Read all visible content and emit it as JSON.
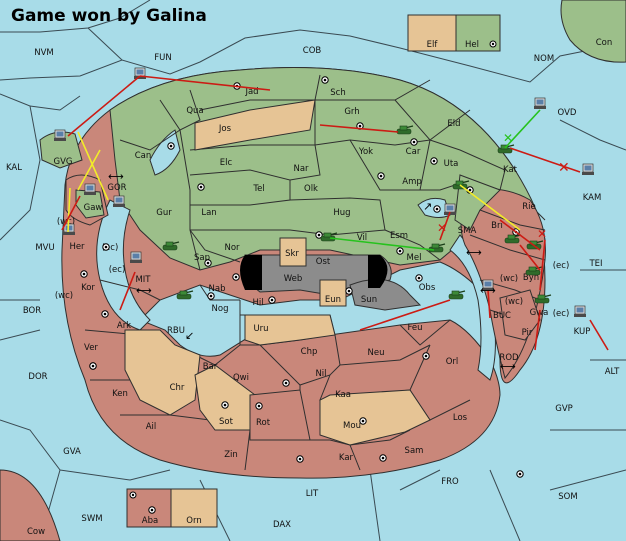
{
  "title": "Game won by Galina",
  "legend": {
    "left": "Elf",
    "right": "Hel",
    "bottom_left": "Aba",
    "bottom_right": "Orn"
  },
  "colors": {
    "sea": "#a8dce8",
    "green_power": "#9cbf8a",
    "pink_power": "#c9877a",
    "neutral": "#e6c495",
    "gray": "#8c8c8c"
  },
  "sea_labels": {
    "nvm": "NVM",
    "fun": "FUN",
    "cob": "COB",
    "nom": "NOM",
    "con": "Con",
    "ovd": "OVD",
    "kal": "KAL",
    "kam": "KAM",
    "tei": "TEI",
    "alt": "ALT",
    "gvp": "GVP",
    "fro": "FRO",
    "som": "SOM",
    "dax": "DAX",
    "lit": "LIT",
    "swm": "SWM",
    "cow": "Cow",
    "gva": "GVA",
    "dor": "DOR",
    "bor": "BOR",
    "mvu": "MVU",
    "gor": "GOR",
    "mit": "MIT",
    "rbu": "RBU",
    "sma": "SMA",
    "buc": "BUC",
    "rod": "ROD",
    "kup": "KUP"
  },
  "land_labels": {
    "jad": "Jad",
    "sch": "Sch",
    "qua": "Qua",
    "jos": "Jos",
    "grh": "Grh",
    "eld": "Eld",
    "can": "Can",
    "elc": "Elc",
    "nar": "Nar",
    "yok": "Yok",
    "car": "Car",
    "uta": "Uta",
    "kat": "Kat",
    "tel": "Tel",
    "olk": "Olk",
    "amp": "Amp",
    "gur": "Gur",
    "lan": "Lan",
    "hug": "Hug",
    "rie": "Rie",
    "bri": "Bri",
    "nor": "Nor",
    "vil": "Vil",
    "esm": "Esm",
    "sap": "Sap",
    "skr": "Skr",
    "ost": "Ost",
    "web": "Web",
    "mel": "Mel",
    "byn": "Byn",
    "gvg": "GVG",
    "gaw": "Gaw",
    "her": "Her",
    "kor": "Kor",
    "nab": "Nab",
    "hil": "Hil",
    "eun": "Eun",
    "sun": "Sun",
    "obs": "Obs",
    "ark": "Ark",
    "nog": "Nog",
    "uru": "Uru",
    "feu": "Feu",
    "pir": "Pir",
    "gwa": "Gwa",
    "ver": "Ver",
    "chp": "Chp",
    "neu": "Neu",
    "orl": "Orl",
    "bar": "Bar",
    "qwi": "Qwi",
    "nil": "Nil",
    "ken": "Ken",
    "chr": "Chr",
    "kaa": "Kaa",
    "ail": "Ail",
    "sot": "Sot",
    "rot": "Rot",
    "mou": "Mou",
    "los": "Los",
    "zin": "Zin",
    "kar": "Kar",
    "sam": "Sam"
  },
  "coast_tags": {
    "wc1": "(wc)",
    "ec1": "(ec)",
    "ec2": "(ec)",
    "wc2": "(wc)",
    "wc3": "(wc)",
    "ec3": "(ec)",
    "wc4": "(wc)",
    "ec4": "(ec)"
  }
}
